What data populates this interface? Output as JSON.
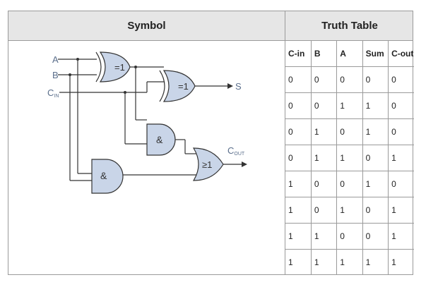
{
  "headers": {
    "symbol": "Symbol",
    "truth_table": "Truth Table"
  },
  "circuit": {
    "inputs": {
      "a": "A",
      "b": "B",
      "cin_main": "C",
      "cin_sub": "IN"
    },
    "gates": {
      "xor1": "=1",
      "xor2": "=1",
      "and1": "&",
      "and2": "&",
      "or1": "≥1"
    },
    "outputs": {
      "sum": "S",
      "cout_main": "C",
      "cout_sub": "OUT"
    },
    "colors": {
      "gate_fill": "#c9d5e8",
      "wire": "#333333",
      "label": "#5b6f8c"
    }
  },
  "truth_table": {
    "columns": [
      "C-in",
      "B",
      "A",
      "Sum",
      "C-out"
    ],
    "rows": [
      [
        "0",
        "0",
        "0",
        "0",
        "0"
      ],
      [
        "0",
        "0",
        "1",
        "1",
        "0"
      ],
      [
        "0",
        "1",
        "0",
        "1",
        "0"
      ],
      [
        "0",
        "1",
        "1",
        "0",
        "1"
      ],
      [
        "1",
        "0",
        "0",
        "1",
        "0"
      ],
      [
        "1",
        "0",
        "1",
        "0",
        "1"
      ],
      [
        "1",
        "1",
        "0",
        "0",
        "1"
      ],
      [
        "1",
        "1",
        "1",
        "1",
        "1"
      ]
    ]
  }
}
